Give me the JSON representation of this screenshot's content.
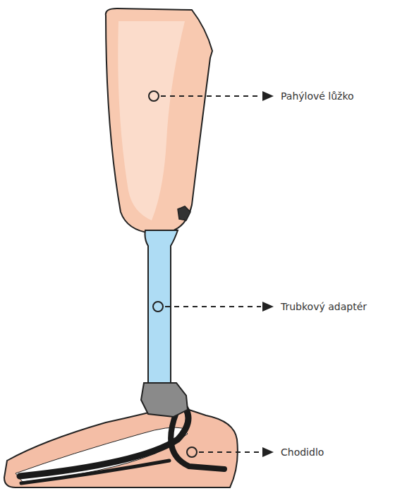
{
  "diagram": {
    "labels": [
      "Pahýlové lůžko",
      "Trubkový adaptér",
      "Chodidlo"
    ]
  }
}
